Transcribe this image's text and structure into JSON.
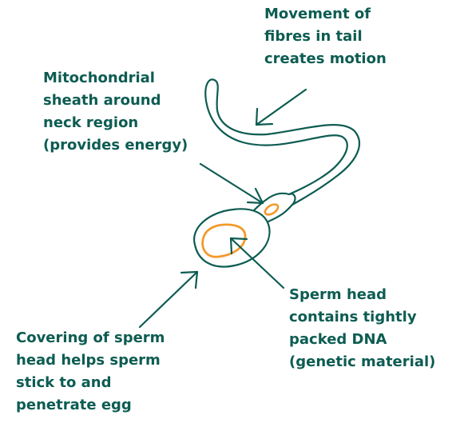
{
  "colors": {
    "outline": "#0d5c52",
    "highlight": "#f39a2c",
    "text": "#0d5c52",
    "background": "#ffffff"
  },
  "labels": {
    "tail": [
      "Movement of",
      "fibres in tail",
      "creates motion"
    ],
    "mitochondria": [
      "Mitochondrial",
      "sheath around",
      "neck region",
      "(provides energy)"
    ],
    "head": [
      "Sperm head",
      "contains tightly",
      "packed DNA",
      "(genetic material)"
    ],
    "covering": [
      "Covering of sperm",
      "head helps sperm",
      "stick to and",
      "penetrate egg"
    ]
  }
}
